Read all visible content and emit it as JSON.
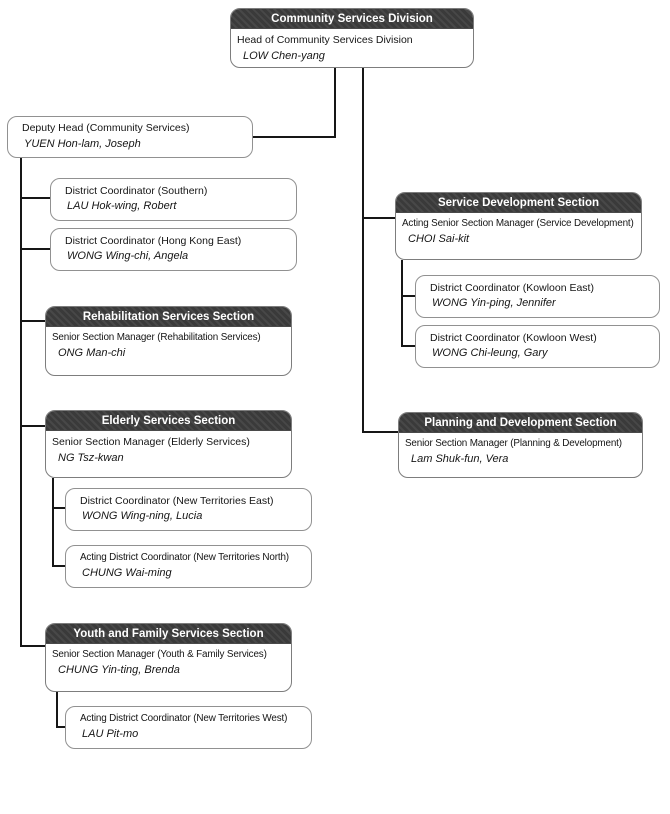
{
  "nodes": {
    "top": {
      "title": "Community Services Division",
      "role": "Head of Community Services Division",
      "name": "LOW Chen-yang"
    },
    "deputy": {
      "role": "Deputy Head (Community Services)",
      "name": "YUEN Hon-lam, Joseph"
    },
    "dc_southern": {
      "role": "District Coordinator (Southern)",
      "name": "LAU Hok-wing, Robert"
    },
    "dc_hk_east": {
      "role": "District Coordinator (Hong Kong East)",
      "name": "WONG Wing-chi, Angela"
    },
    "rehab": {
      "title": "Rehabilitation Services Section",
      "role": "Senior Section Manager (Rehabilitation Services)",
      "name": "ONG Man-chi"
    },
    "elderly": {
      "title": "Elderly Services Section",
      "role": "Senior Section Manager (Elderly Services)",
      "name": "NG Tsz-kwan"
    },
    "dc_nt_east": {
      "role": "District Coordinator (New Territories East)",
      "name": "WONG Wing-ning, Lucia"
    },
    "dc_nt_north": {
      "role": "Acting District Coordinator (New Territories North)",
      "name": "CHUNG Wai-ming"
    },
    "youth": {
      "title": "Youth and Family Services Section",
      "role": "Senior Section Manager (Youth & Family Services)",
      "name": "CHUNG Yin-ting, Brenda"
    },
    "dc_nt_west": {
      "role": "Acting District Coordinator (New Territories West)",
      "name": "LAU Pit-mo"
    },
    "service_dev": {
      "title": "Service Development Section",
      "role": "Acting Senior Section Manager (Service Development)",
      "name": "CHOI Sai-kit"
    },
    "dc_kowloon_east": {
      "role": "District Coordinator (Kowloon East)",
      "name": "WONG Yin-ping, Jennifer"
    },
    "dc_kowloon_west": {
      "role": "District Coordinator (Kowloon West)",
      "name": "WONG Chi-leung, Gary"
    },
    "planning": {
      "title": "Planning and Development Section",
      "role": "Senior Section Manager (Planning & Development)",
      "name": "Lam Shuk-fun, Vera"
    }
  },
  "colors": {
    "header_bg": "#3a3a3a",
    "header_text": "#ffffff",
    "box_border": "#919191",
    "connector": "#161616"
  }
}
